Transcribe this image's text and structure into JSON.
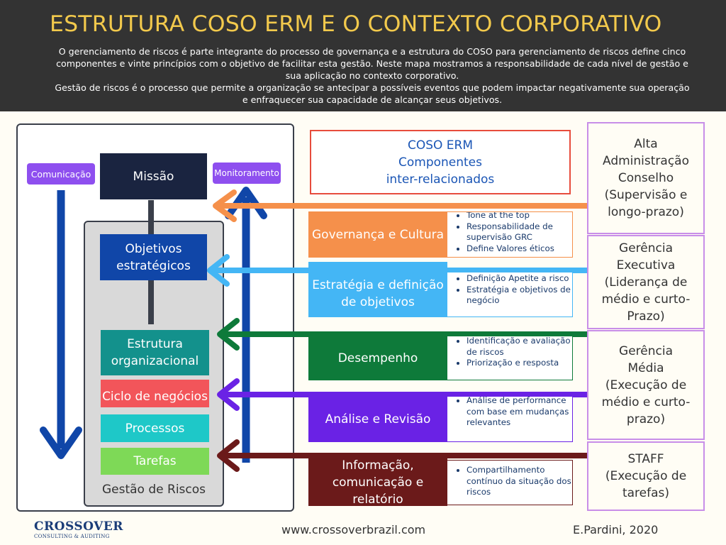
{
  "header": {
    "title": "ESTRUTURA COSO ERM E O CONTEXTO CORPORATIVO",
    "paragraphs": [
      "O gerenciamento de riscos é parte integrante do processo de governança e a estrutura do COSO para gerenciamento de riscos  define cinco componentes e vinte princípios com o objetivo de facilitar esta gestão. Neste mapa mostramos a responsabilidade de cada nível de gestão e sua aplicação no contexto corporativo.",
      "Gestão de riscos é o processo que permite a organização se antecipar a possíveis eventos que podem impactar negativamente sua operação e enfraquecer sua capacidade de alcançar seus objetivos."
    ]
  },
  "left_panel": {
    "communication_tag": "Comunicação",
    "monitoring_tag": "Monitoramento",
    "mission": "Missão",
    "strategic_objectives": "Objetivos estratégicos",
    "org_structure": "Estrutura organizacional",
    "business_cycle": "Ciclo de negócios",
    "processes": "Processos",
    "tasks": "Tarefas",
    "risk_management_label": "Gestão de Riscos"
  },
  "coso": {
    "line1": "COSO ERM",
    "line2": "Componentes",
    "line3": "inter-relacionados"
  },
  "components": [
    {
      "label": "Governança e Cultura",
      "color": "#f5904b",
      "bullets": [
        "Tone at the top",
        "Responsabilidade de supervisão GRC",
        "Define Valores éticos"
      ]
    },
    {
      "label": "Estratégia e definição de objetivos",
      "color": "#44b6f5",
      "bullets": [
        "Definição Apetite a risco",
        "Estratégia e objetivos de negócio"
      ]
    },
    {
      "label": "Desempenho",
      "color": "#0e7a3a",
      "bullets": [
        "Identificação e avaliação de riscos",
        "Priorização e resposta"
      ]
    },
    {
      "label": "Análise e Revisão",
      "color": "#6a22e5",
      "bullets": [
        "Análise de performance com base em mudanças relevantes"
      ]
    },
    {
      "label": "Informação, comunicação e relatório",
      "color": "#6b1a1a",
      "bullets": [
        "Compartilhamento contínuo da situação dos riscos"
      ]
    }
  ],
  "roles": [
    {
      "lines": [
        "Alta",
        "Administração",
        "Conselho",
        "(Supervisão e",
        "longo-prazo)"
      ]
    },
    {
      "lines": [
        "Gerência",
        "Executiva",
        "(Liderança de",
        "médio e curto-",
        "Prazo)"
      ]
    },
    {
      "lines": [
        "Gerência",
        "Média",
        "(Execução de",
        "médio e curto-",
        "prazo)"
      ]
    },
    {
      "lines": [
        "STAFF",
        "(Execução de",
        "tarefas)"
      ]
    }
  ],
  "footer": {
    "url": "www.crossoverbrazil.com",
    "author": "E.Pardini, 2020",
    "logo_main": "CROSSOVER",
    "logo_sub": "CONSULTING & AUDITING"
  },
  "colors": {
    "header_bg": "#333333",
    "title": "#f2c94c",
    "mission": "#1a2440",
    "objectives": "#1046a8",
    "org_structure": "#13918c",
    "business_cycle": "#f2555a",
    "processes": "#1ec8c8",
    "tasks": "#7ed957",
    "blue_arrow": "#1046a8",
    "tag": "#8e4fef"
  }
}
